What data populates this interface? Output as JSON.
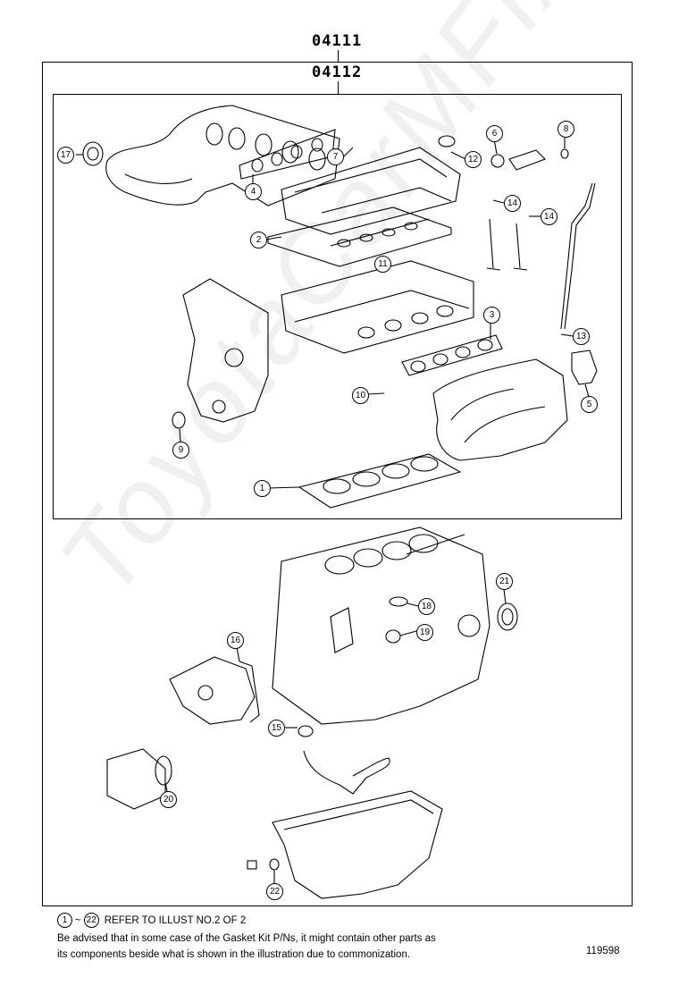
{
  "header": {
    "part_number_top": "04111",
    "part_number_sub": "04112"
  },
  "callouts": [
    "1",
    "2",
    "3",
    "4",
    "5",
    "6",
    "7",
    "8",
    "9",
    "10",
    "11",
    "12",
    "13",
    "14",
    "14",
    "15",
    "16",
    "17",
    "18",
    "19",
    "20",
    "21",
    "22"
  ],
  "footer": {
    "refer_range_start": "1",
    "refer_range_sep": "~",
    "refer_range_end": "22",
    "refer_text": "REFER TO ILLUST NO.2 OF 2",
    "advice_line1": "Be advised that in some case of the Gasket Kit P/Ns,  it might contain other parts as",
    "advice_line2": "its components beside what is shown in the illustration due to commonization.",
    "illustration_id": "119598"
  },
  "watermark": "ToyotaCarMFix.ru"
}
